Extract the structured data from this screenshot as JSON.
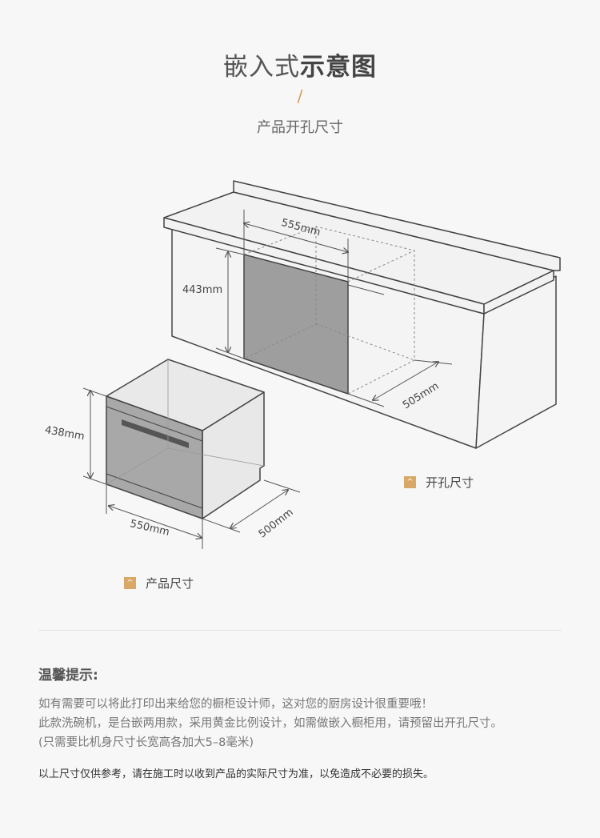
{
  "header": {
    "title_light": "嵌入式",
    "title_bold": "示意图",
    "slash": "/",
    "subtitle": "产品开孔尺寸"
  },
  "cabinet": {
    "width_label": "555mm",
    "height_label": "443mm",
    "depth_label": "505mm",
    "legend": "开孔尺寸"
  },
  "product": {
    "height_label": "438mm",
    "width_label": "550mm",
    "depth_label": "500mm",
    "legend": "产品尺寸"
  },
  "legend_icon": "chevron-up-icon",
  "tips": {
    "title": "温馨提示:",
    "lines": [
      "如有需要可以将此打印出来给您的橱柜设计师，这对您的厨房设计很重要哦！",
      "此款洗碗机，是台嵌两用款，采用黄金比例设计，如需做嵌入橱柜用，请预留出开孔尺寸。",
      "(只需要比机身尺寸长宽高各加大5–8毫米)"
    ],
    "note": "以上尺寸仅供参考，请在施工时以收到产品的实际尺寸为准，以免造成不必要的损失。"
  },
  "colors": {
    "accent": "#d9a866",
    "line": "#555555"
  }
}
